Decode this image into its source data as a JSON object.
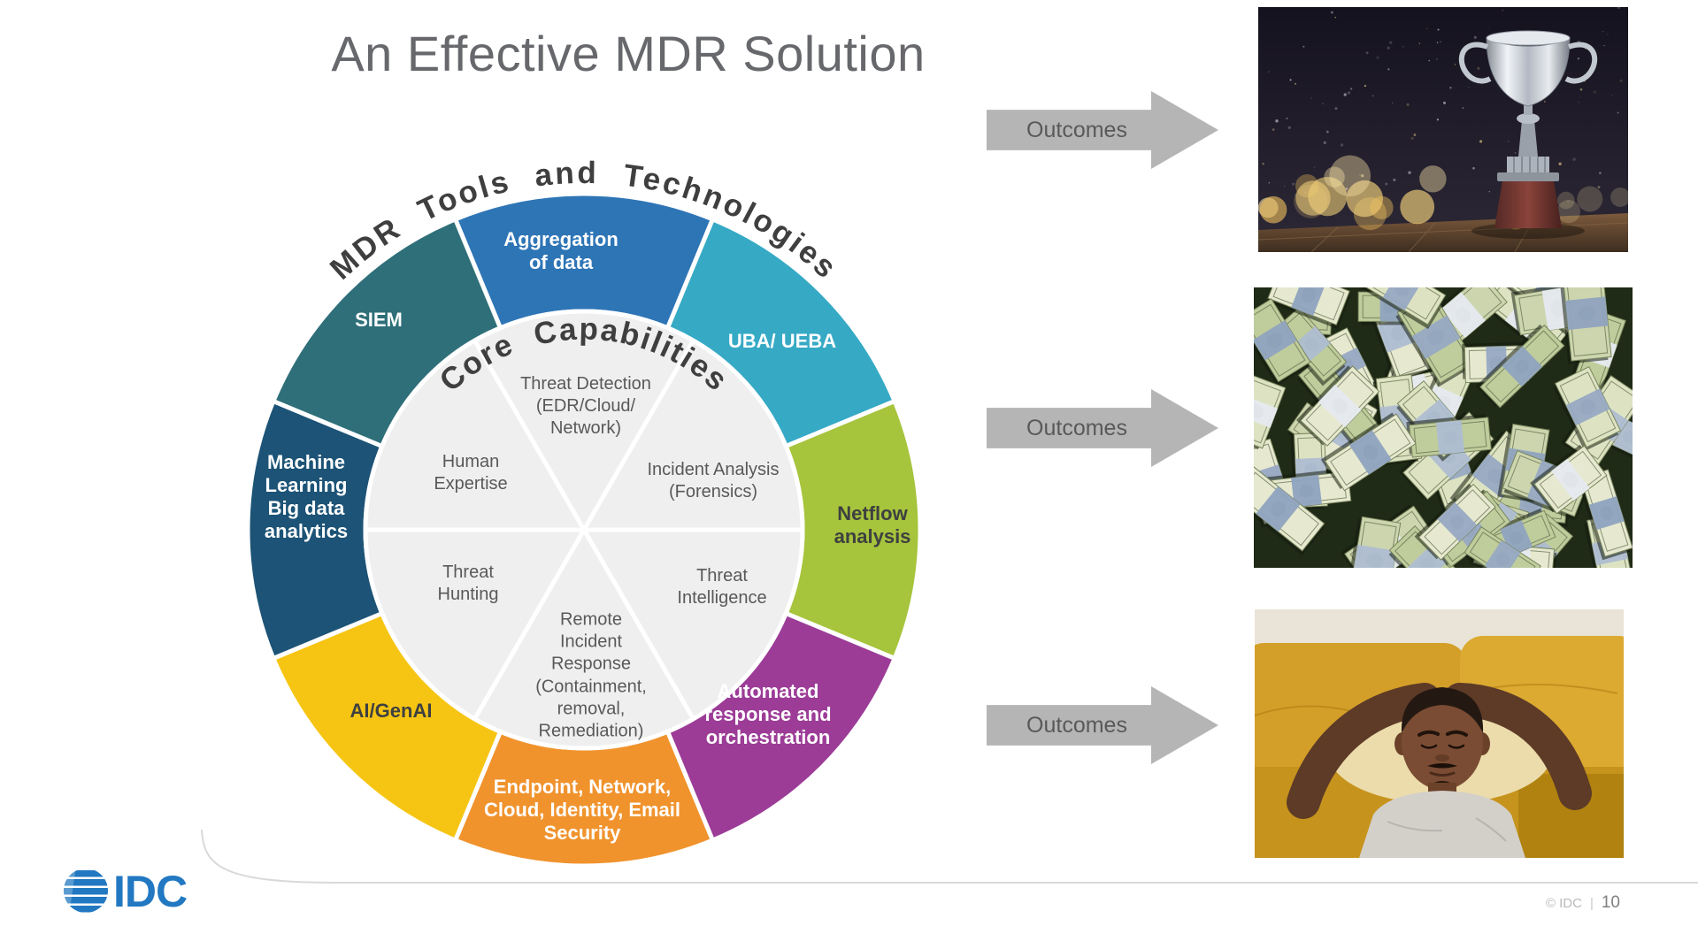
{
  "slide": {
    "title": "An Effective MDR Solution",
    "footer": {
      "copyright": "© IDC",
      "separator": "|",
      "page_number": "10",
      "brand": "IDC"
    }
  },
  "colors": {
    "arrow_gray": "#B5B5B5",
    "idc_blue": "#2278C1",
    "inner_circle_gray": "#EFEFEF",
    "arc_text": "#3F3F3F"
  },
  "diagram": {
    "outer_ring_title": "MDR Tools and Technologies",
    "inner_circle_title": "Core Capabilities",
    "tools": [
      {
        "label": "Aggregation\nof data",
        "color": "#2E75B6"
      },
      {
        "label": "UBA/ UEBA",
        "color": "#36A9C5"
      },
      {
        "label": "Netflow\nanalysis",
        "color": "#A6C43C"
      },
      {
        "label": "Automated\nresponse and\norchestration",
        "color": "#9C3C97"
      },
      {
        "label": "Endpoint, Network,\nCloud, Identity, Email\nSecurity",
        "color": "#F0932D"
      },
      {
        "label": "AI/GenAI",
        "color": "#F6C513"
      },
      {
        "label": "Machine\nLearning\nBig data\nanalytics",
        "color": "#1C5376"
      },
      {
        "label": "SIEM",
        "color": "#2E6F79"
      }
    ],
    "capabilities": [
      {
        "label": "Threat Detection\n(EDR/Cloud/\nNetwork)"
      },
      {
        "label": "Incident Analysis\n(Forensics)"
      },
      {
        "label": "Threat\nIntelligence"
      },
      {
        "label": "Remote\nIncident\nResponse\n(Containment,\nremoval,\nRemediation)"
      },
      {
        "label": "Threat\nHunting"
      },
      {
        "label": "Human\nExpertise"
      }
    ]
  },
  "outcomes": [
    {
      "label": "Outcomes"
    },
    {
      "label": "Outcomes"
    },
    {
      "label": "Outcomes"
    }
  ],
  "photos": [
    {
      "name": "trophy-award"
    },
    {
      "name": "money-pile"
    },
    {
      "name": "person-relaxing"
    }
  ]
}
